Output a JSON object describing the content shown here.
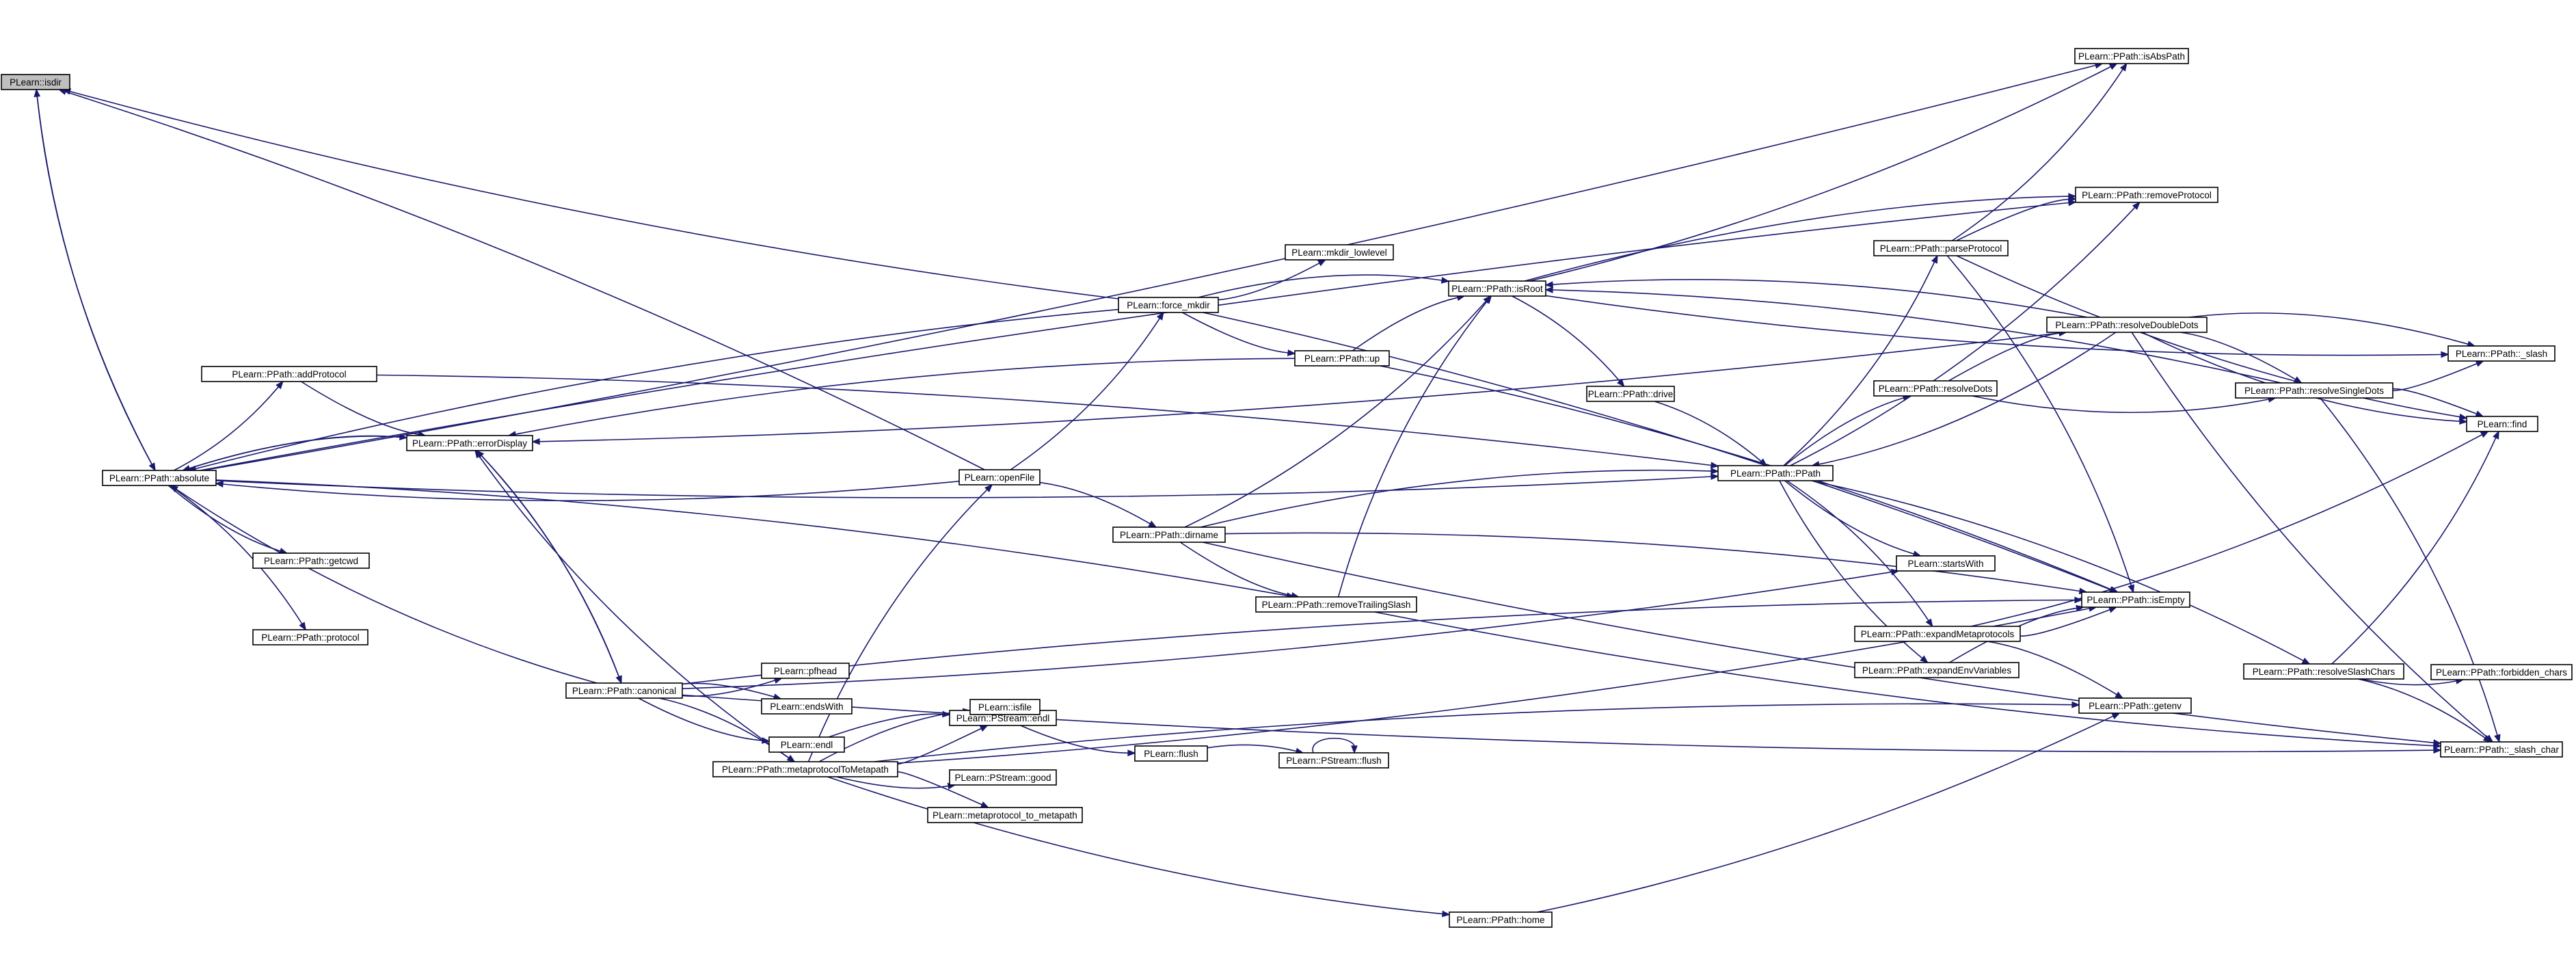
{
  "graph": {
    "root": "isdir",
    "nodes": [
      {
        "id": "isdir",
        "label": "PLearn::isdir"
      },
      {
        "id": "absolute",
        "label": "PLearn::PPath::absolute"
      },
      {
        "id": "addProtocol",
        "label": "PLearn::PPath::addProtocol"
      },
      {
        "id": "errorDisplay",
        "label": "PLearn::PPath::errorDisplay"
      },
      {
        "id": "getcwd",
        "label": "PLearn::PPath::getcwd"
      },
      {
        "id": "protocol",
        "label": "PLearn::PPath::protocol"
      },
      {
        "id": "canonical",
        "label": "PLearn::PPath::canonical"
      },
      {
        "id": "metaprotocolToMetapath",
        "label": "PLearn::PPath::metaprotocolToMetapath"
      },
      {
        "id": "force_mkdir",
        "label": "PLearn::force_mkdir"
      },
      {
        "id": "mkdir_lowlevel",
        "label": "PLearn::mkdir_lowlevel"
      },
      {
        "id": "up",
        "label": "PLearn::PPath::up"
      },
      {
        "id": "openFile",
        "label": "PLearn::openFile"
      },
      {
        "id": "dirname",
        "label": "PLearn::PPath::dirname"
      },
      {
        "id": "removeTrailingSlash",
        "label": "PLearn::PPath::removeTrailingSlash"
      },
      {
        "id": "pfhead",
        "label": "PLearn::pfhead"
      },
      {
        "id": "endsWith",
        "label": "PLearn::endsWith"
      },
      {
        "id": "endl",
        "label": "PLearn::endl"
      },
      {
        "id": "pstream_endl",
        "label": "PLearn::PStream::endl"
      },
      {
        "id": "isfile",
        "label": "PLearn::isfile"
      },
      {
        "id": "good",
        "label": "PLearn::PStream::good"
      },
      {
        "id": "metaprotocol_to_metapath",
        "label": "PLearn::metaprotocol_to_metapath"
      },
      {
        "id": "flush",
        "label": "PLearn::flush"
      },
      {
        "id": "pstream_flush",
        "label": "PLearn::PStream::flush"
      },
      {
        "id": "home",
        "label": "PLearn::PPath::home"
      },
      {
        "id": "isRoot",
        "label": "PLearn::PPath::isRoot"
      },
      {
        "id": "drive",
        "label": "PLearn::PPath::drive"
      },
      {
        "id": "PPath",
        "label": "PLearn::PPath::PPath"
      },
      {
        "id": "parseProtocol",
        "label": "PLearn::PPath::parseProtocol"
      },
      {
        "id": "removeProtocol",
        "label": "PLearn::PPath::removeProtocol"
      },
      {
        "id": "isAbsPath",
        "label": "PLearn::PPath::isAbsPath"
      },
      {
        "id": "resolveDots",
        "label": "PLearn::PPath::resolveDots"
      },
      {
        "id": "resolveDoubleDots",
        "label": "PLearn::PPath::resolveDoubleDots"
      },
      {
        "id": "resolveSingleDots",
        "label": "PLearn::PPath::resolveSingleDots"
      },
      {
        "id": "startsWith",
        "label": "PLearn::startsWith"
      },
      {
        "id": "isEmpty",
        "label": "PLearn::PPath::isEmpty"
      },
      {
        "id": "expandMetaprotocols",
        "label": "PLearn::PPath::expandMetaprotocols"
      },
      {
        "id": "expandEnvVariables",
        "label": "PLearn::PPath::expandEnvVariables"
      },
      {
        "id": "getenv",
        "label": "PLearn::PPath::getenv"
      },
      {
        "id": "slash",
        "label": "PLearn::PPath::_slash"
      },
      {
        "id": "find",
        "label": "PLearn::find"
      },
      {
        "id": "resolveSlashChars",
        "label": "PLearn::PPath::resolveSlashChars"
      },
      {
        "id": "forbidden_chars",
        "label": "PLearn::PPath::forbidden_chars"
      },
      {
        "id": "slash_char",
        "label": "PLearn::PPath::_slash_char"
      }
    ],
    "edges": [
      [
        "isdir",
        "absolute"
      ],
      [
        "absolute",
        "isdir"
      ],
      [
        "absolute",
        "addProtocol"
      ],
      [
        "absolute",
        "errorDisplay"
      ],
      [
        "absolute",
        "getcwd"
      ],
      [
        "absolute",
        "protocol"
      ],
      [
        "absolute",
        "PPath"
      ],
      [
        "absolute",
        "removeTrailingSlash"
      ],
      [
        "absolute",
        "isAbsPath"
      ],
      [
        "absolute",
        "removeProtocol"
      ],
      [
        "addProtocol",
        "errorDisplay"
      ],
      [
        "addProtocol",
        "PPath"
      ],
      [
        "errorDisplay",
        "absolute"
      ],
      [
        "errorDisplay",
        "canonical"
      ],
      [
        "canonical",
        "errorDisplay"
      ],
      [
        "canonical",
        "absolute"
      ],
      [
        "canonical",
        "pfhead"
      ],
      [
        "canonical",
        "endsWith"
      ],
      [
        "canonical",
        "endl"
      ],
      [
        "canonical",
        "metaprotocolToMetapath"
      ],
      [
        "canonical",
        "startsWith"
      ],
      [
        "canonical",
        "isEmpty"
      ],
      [
        "canonical",
        "slash_char"
      ],
      [
        "endl",
        "pstream_endl"
      ],
      [
        "pstream_endl",
        "flush"
      ],
      [
        "flush",
        "pstream_flush"
      ],
      [
        "pstream_flush",
        "pstream_flush"
      ],
      [
        "metaprotocolToMetapath",
        "openFile"
      ],
      [
        "metaprotocolToMetapath",
        "pstream_endl"
      ],
      [
        "metaprotocolToMetapath",
        "isfile"
      ],
      [
        "metaprotocolToMetapath",
        "good"
      ],
      [
        "metaprotocolToMetapath",
        "metaprotocol_to_metapath"
      ],
      [
        "metaprotocolToMetapath",
        "home"
      ],
      [
        "metaprotocolToMetapath",
        "getenv"
      ],
      [
        "metaprotocolToMetapath",
        "isEmpty"
      ],
      [
        "metaprotocolToMetapath",
        "errorDisplay"
      ],
      [
        "home",
        "getenv"
      ],
      [
        "force_mkdir",
        "isdir"
      ],
      [
        "force_mkdir",
        "mkdir_lowlevel"
      ],
      [
        "force_mkdir",
        "isRoot"
      ],
      [
        "force_mkdir",
        "up"
      ],
      [
        "force_mkdir",
        "isEmpty"
      ],
      [
        "force_mkdir",
        "absolute"
      ],
      [
        "up",
        "isRoot"
      ],
      [
        "up",
        "errorDisplay"
      ],
      [
        "up",
        "isEmpty"
      ],
      [
        "openFile",
        "isdir"
      ],
      [
        "openFile",
        "absolute"
      ],
      [
        "openFile",
        "force_mkdir"
      ],
      [
        "openFile",
        "dirname"
      ],
      [
        "dirname",
        "isRoot"
      ],
      [
        "dirname",
        "PPath"
      ],
      [
        "dirname",
        "removeTrailingSlash"
      ],
      [
        "dirname",
        "isEmpty"
      ],
      [
        "dirname",
        "slash_char"
      ],
      [
        "removeTrailingSlash",
        "isRoot"
      ],
      [
        "removeTrailingSlash",
        "slash_char"
      ],
      [
        "isRoot",
        "drive"
      ],
      [
        "isRoot",
        "isAbsPath"
      ],
      [
        "isRoot",
        "removeProtocol"
      ],
      [
        "isRoot",
        "slash"
      ],
      [
        "drive",
        "PPath"
      ],
      [
        "PPath",
        "parseProtocol"
      ],
      [
        "PPath",
        "resolveDots"
      ],
      [
        "PPath",
        "startsWith"
      ],
      [
        "PPath",
        "expandMetaprotocols"
      ],
      [
        "PPath",
        "expandEnvVariables"
      ],
      [
        "PPath",
        "resolveSlashChars"
      ],
      [
        "PPath",
        "removeProtocol"
      ],
      [
        "parseProtocol",
        "removeProtocol"
      ],
      [
        "parseProtocol",
        "isAbsPath"
      ],
      [
        "parseProtocol",
        "isEmpty"
      ],
      [
        "parseProtocol",
        "find"
      ],
      [
        "resolveDots",
        "resolveDoubleDots"
      ],
      [
        "resolveDots",
        "resolveSingleDots"
      ],
      [
        "resolveDoubleDots",
        "errorDisplay"
      ],
      [
        "resolveDoubleDots",
        "isRoot"
      ],
      [
        "resolveDoubleDots",
        "slash"
      ],
      [
        "resolveDoubleDots",
        "find"
      ],
      [
        "resolveDoubleDots",
        "resolveSingleDots"
      ],
      [
        "resolveDoubleDots",
        "slash_char"
      ],
      [
        "resolveDoubleDots",
        "PPath"
      ],
      [
        "resolveSingleDots",
        "slash"
      ],
      [
        "resolveSingleDots",
        "find"
      ],
      [
        "resolveSingleDots",
        "isRoot"
      ],
      [
        "resolveSingleDots",
        "slash_char"
      ],
      [
        "expandMetaprotocols",
        "isEmpty"
      ],
      [
        "expandMetaprotocols",
        "getenv"
      ],
      [
        "expandMetaprotocols",
        "find"
      ],
      [
        "expandEnvVariables",
        "isEmpty"
      ],
      [
        "resolveSlashChars",
        "forbidden_chars"
      ],
      [
        "resolveSlashChars",
        "slash_char"
      ],
      [
        "resolveSlashChars",
        "find"
      ]
    ]
  },
  "colors": {
    "edge": "#191970",
    "node_border": "#000000",
    "node_fill": "#ffffff",
    "root_fill": "#bfbfbf",
    "background": "#ffffff"
  }
}
